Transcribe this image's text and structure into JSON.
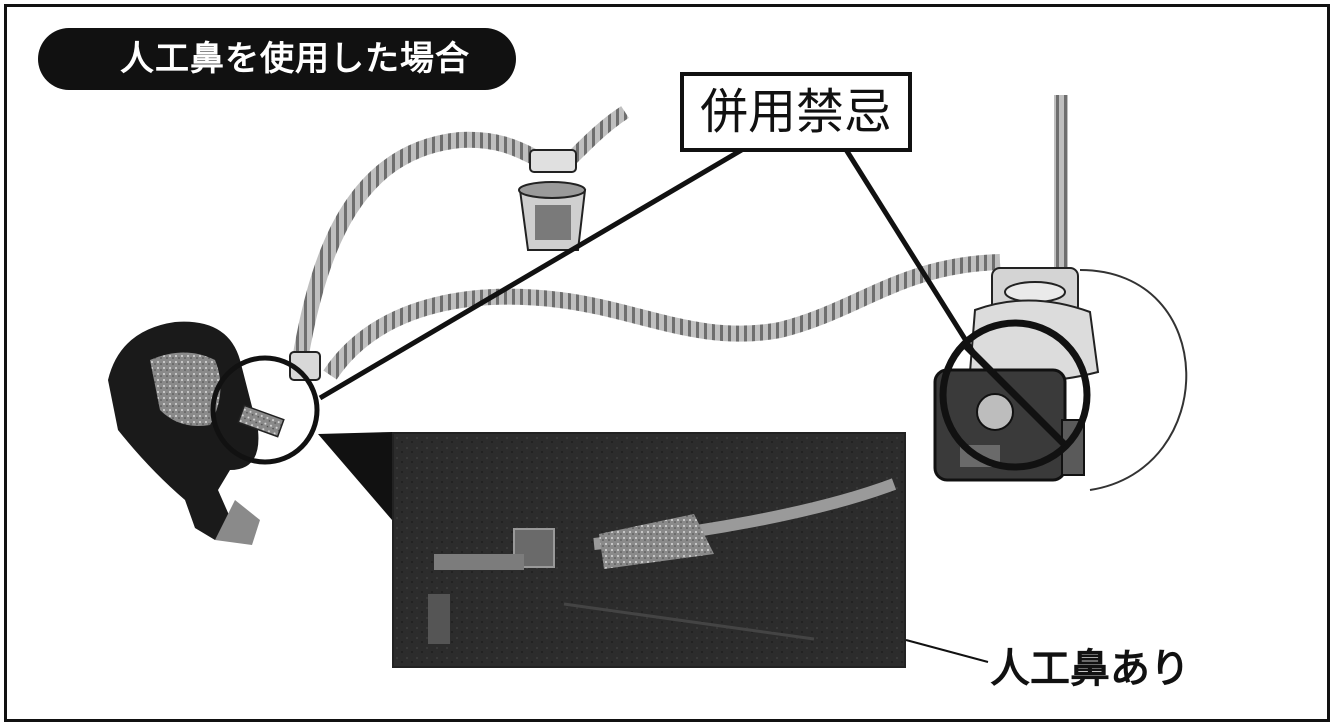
{
  "header": {
    "title": "人工鼻を使用した場合"
  },
  "warning": {
    "label": "併用禁忌"
  },
  "inset": {
    "caption": "人工鼻あり"
  },
  "colors": {
    "ink": "#111111",
    "background": "#ffffff",
    "photo_dark": "#2a2a2a"
  }
}
